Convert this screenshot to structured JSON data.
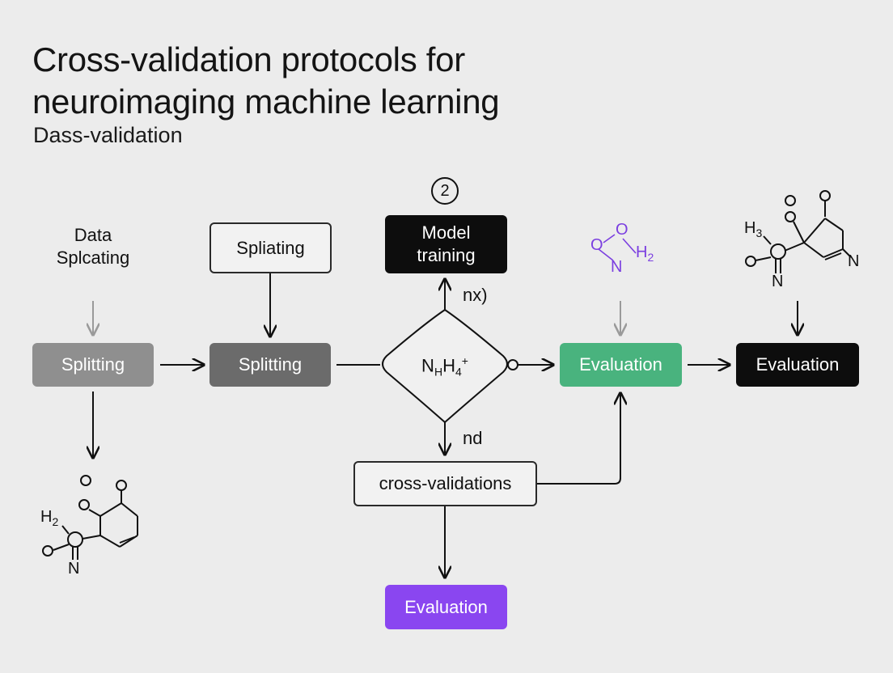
{
  "title_line1": "Cross-validation protocols for",
  "title_line2": "neuroimaging machine learning",
  "subtitle": "Dass-validation",
  "step_number": "2",
  "nodes": {
    "data_label_line1": "Data",
    "data_label_line2": "Splcating",
    "splitting_grey": "Splitting",
    "spliating_outline": "Spliating",
    "splitting_dark": "Splitting",
    "model_training_line1": "Model",
    "model_training_line2": "training",
    "decision_main": "N",
    "decision_sub": "H",
    "decision_main2": "H",
    "decision_sub2": "4",
    "decision_sup": "+",
    "cross_validations": "cross-validations",
    "evaluation_green": "Evaluation",
    "evaluation_black": "Evaluation",
    "evaluation_purple": "Evaluation"
  },
  "edge_labels": {
    "up": "nx)",
    "down": "nd"
  },
  "molecules": {
    "purple": {
      "o1": "O",
      "o2": "O",
      "n": "N",
      "h2": "H",
      "h2_sub": "2"
    },
    "top_right": {
      "o1": "O",
      "o2": "O",
      "h3": "H",
      "h3_sub": "3",
      "o3": "O",
      "n1": "N",
      "n2": "N"
    },
    "bottom_left": {
      "o1": "O",
      "o2": "O",
      "h2": "H",
      "h2_sub": "2",
      "o3": "O",
      "n": "N"
    }
  },
  "colors": {
    "accent_green": "#49b37e",
    "accent_purple": "#8a46f0",
    "dark": "#0d0d0d"
  }
}
